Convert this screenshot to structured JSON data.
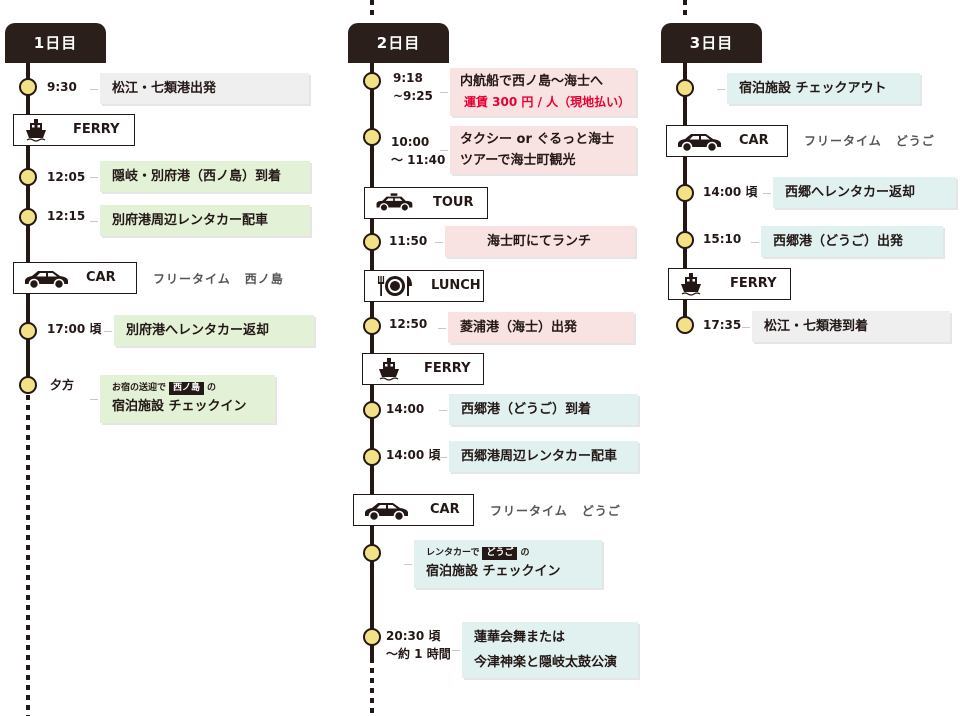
{
  "days": [
    {
      "label": "1日目",
      "events": [
        {
          "time": "9:30",
          "text": "松江・七類港出発"
        },
        {
          "transport": "FERRY",
          "icon": "ferry-icon"
        },
        {
          "time": "12:05",
          "text": "隠岐・別府港（西ノ島）到着"
        },
        {
          "time": "12:15",
          "text": "別府港周辺レンタカー配車"
        },
        {
          "transport": "CAR",
          "icon": "car-icon",
          "note": "フリータイム",
          "place": "西ノ島"
        },
        {
          "time": "17:00 頃",
          "text": "別府港へレンタカー返却"
        },
        {
          "time": "夕方",
          "pre": "お宿の送迎で",
          "chip": "西ノ島",
          "post": "の",
          "text": "宿泊施設 チェックイン"
        }
      ]
    },
    {
      "label": "2日目",
      "events": [
        {
          "time_line1": "9:18",
          "time_line2": "~9:25",
          "text": "内航船で西ノ島～海士へ",
          "subtext": "運賃 300 円 / 人（現地払い）"
        },
        {
          "time_line1": "10:00",
          "time_line2": "～ 11:40",
          "text": "タクシー or ぐるっと海士",
          "subtext": "ツアーで海士町観光"
        },
        {
          "transport": "TOUR",
          "icon": "taxi-icon"
        },
        {
          "time": "11:50",
          "text": "海士町にてランチ"
        },
        {
          "transport": "LUNCH",
          "icon": "lunch-icon"
        },
        {
          "time": "12:50",
          "text": "菱浦港（海士）出発"
        },
        {
          "transport": "FERRY",
          "icon": "ferry-icon"
        },
        {
          "time": "14:00",
          "text": "西郷港（どうご）到着"
        },
        {
          "time": "14:00 頃",
          "text": "西郷港周辺レンタカー配車"
        },
        {
          "transport": "CAR",
          "icon": "car-icon",
          "note": "フリータイム",
          "place": "どうご"
        },
        {
          "pre": "レンタカーで",
          "chip": "どうご",
          "post": "の",
          "text": "宿泊施設 チェックイン"
        },
        {
          "time_line1": "20:30 頃",
          "time_line2": "～約 1 時間",
          "text": "蓮華会舞または",
          "subtext": "今津神楽と隠岐太鼓公演"
        }
      ]
    },
    {
      "label": "3日目",
      "events": [
        {
          "text": "宿泊施設 チェックアウト"
        },
        {
          "transport": "CAR",
          "icon": "car-icon",
          "note": "フリータイム",
          "place": "どうご"
        },
        {
          "time": "14:00 頃",
          "text": "西郷へレンタカー返却"
        },
        {
          "time": "15:10",
          "text": "西郷港（どうご）出発"
        },
        {
          "transport": "FERRY",
          "icon": "ferry-icon"
        },
        {
          "time": "17:35",
          "text": "松江・七類港到着"
        }
      ]
    }
  ],
  "colors": {
    "tab": "#2a1f1a",
    "dot_fill": "#f2e187",
    "day1_card": "#e3f1d6",
    "day2_card": "#f9e2e2",
    "day3_card": "#e1f1f0",
    "neutral_card": "#efefef",
    "fare_text": "#e60033"
  }
}
